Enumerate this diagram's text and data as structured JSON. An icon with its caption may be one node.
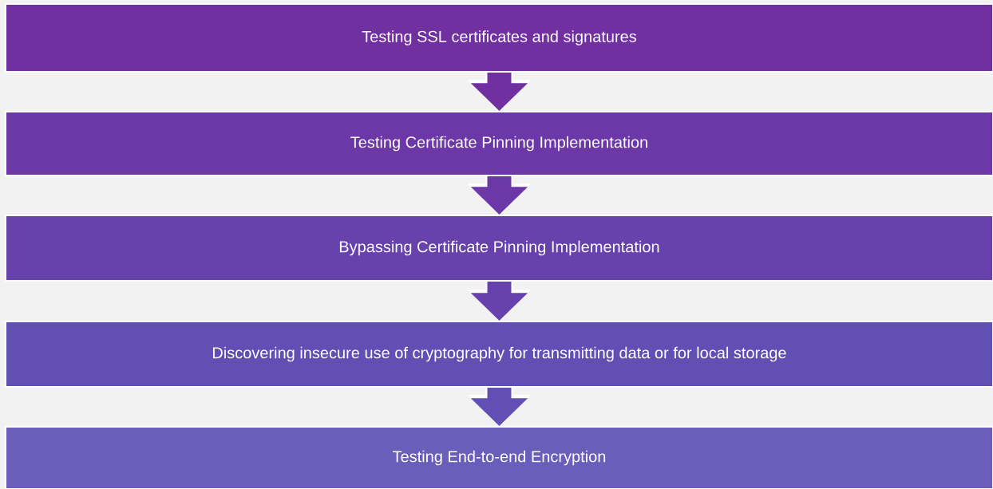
{
  "diagram": {
    "nodes": [
      {
        "text": [
          "Testing SSL certificates and signatures"
        ]
      },
      {
        "text": [
          "Testing Certificate Pinning Implementation"
        ]
      },
      {
        "text": [
          "Bypassing Certificate Pinning Implementation"
        ]
      },
      {
        "text": [
          "Discovering insecure use of cryptography for transmitting data or for local storage"
        ]
      },
      {
        "text": [
          "Testing End-to-end Encryption"
        ]
      }
    ],
    "edges": [
      {
        "from": 0,
        "to": 1,
        "arrow": "to"
      },
      {
        "from": 1,
        "to": 2,
        "arrow": "to"
      },
      {
        "from": 2,
        "to": 3,
        "arrow": "to"
      },
      {
        "from": 3,
        "to": 4,
        "arrow": "to"
      }
    ]
  }
}
